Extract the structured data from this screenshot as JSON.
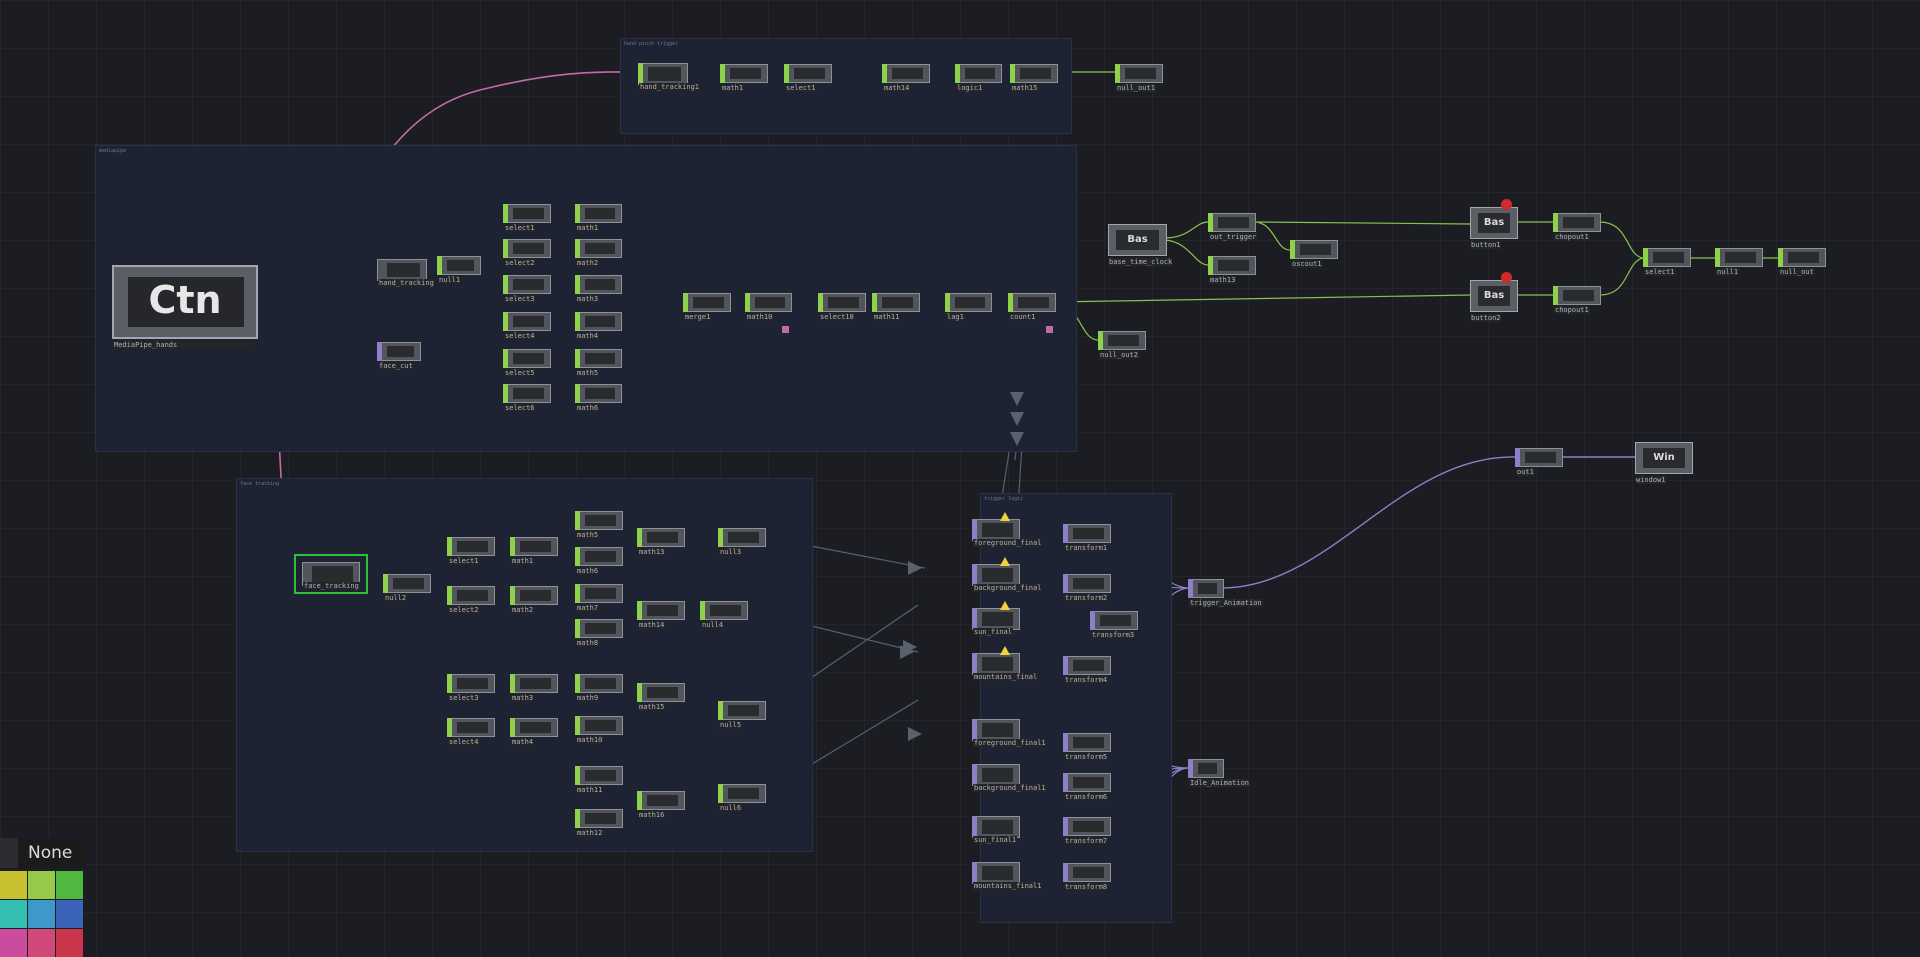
{
  "groups": [
    {
      "id": "group-top-pipeline",
      "tag": "hand pinch trigger"
    },
    {
      "id": "group-hands-main",
      "tag": "mediapipe"
    },
    {
      "id": "group-face-tracking",
      "tag": "face tracking"
    },
    {
      "id": "group-trigger",
      "tag": "trigger logic"
    }
  ],
  "big_node": {
    "text": "Ctn",
    "label": "MediaPipe_hands"
  },
  "box_nodes": [
    {
      "text": "Bas",
      "label": "base_time_clock"
    },
    {
      "text": "Bas",
      "label": "button1"
    },
    {
      "text": "Bas",
      "label": "button2"
    },
    {
      "text": "Win",
      "label": "window1"
    }
  ],
  "top_pipeline": [
    "hand_tracking1",
    "math1",
    "select1",
    "math14",
    "logic1",
    "math15",
    "null_out1"
  ],
  "hands_main": {
    "tracking_label": "hand_tracking",
    "side_node": "null1",
    "face_node": "face_cut",
    "col1": [
      "select1",
      "select2",
      "select3",
      "select4",
      "select5",
      "select6"
    ],
    "col2": [
      "math1",
      "math2",
      "math3",
      "math4",
      "math5",
      "math6"
    ],
    "chain": [
      "merge1",
      "math10",
      "select10",
      "math11",
      "lag1",
      "count1"
    ],
    "tail": "null_out2"
  },
  "right_chain": {
    "out_trigger": "out_trigger",
    "math13": "math13",
    "oscout": "oscout1",
    "chopout1": "chopout1",
    "chopout2": "chopout1",
    "select": "select1",
    "end1": "null1",
    "end2": "null_out"
  },
  "face_tracking": {
    "main": "face_tracking",
    "null": "null2",
    "a": [
      "select1",
      "select2",
      "select3",
      "select4"
    ],
    "b": [
      "math1",
      "math2",
      "math3",
      "math4"
    ],
    "c": [
      "math5",
      "math6",
      "math7",
      "math8",
      "math9",
      "math10",
      "math11",
      "math12"
    ],
    "d": [
      "math13",
      "math14",
      "math15",
      "math16"
    ],
    "e": [
      "null3",
      "null4",
      "null5",
      "null6"
    ]
  },
  "trigger_nodes": {
    "left1": [
      "foreground_final",
      "background_final",
      "sun_final",
      "mountains_final"
    ],
    "right1": [
      "transform1",
      "transform2",
      "transform3",
      "transform4"
    ],
    "left2": [
      "foreground_final1",
      "background_final1",
      "sun_final1",
      "mountains_final1"
    ],
    "right2": [
      "transform5",
      "transform6",
      "transform7",
      "transform8"
    ],
    "merge1": "trigger_Animation",
    "merge2": "Idle_Animation"
  },
  "comp_out": {
    "label": "out1"
  },
  "palette": {
    "none_label": "None",
    "swatches": [
      "#c7c02f",
      "#96c84a",
      "#4fb83f",
      "#34bfb3",
      "#3e98c9",
      "#3b63b7",
      "#c94c9e",
      "#d1487b",
      "#c9364c"
    ]
  }
}
